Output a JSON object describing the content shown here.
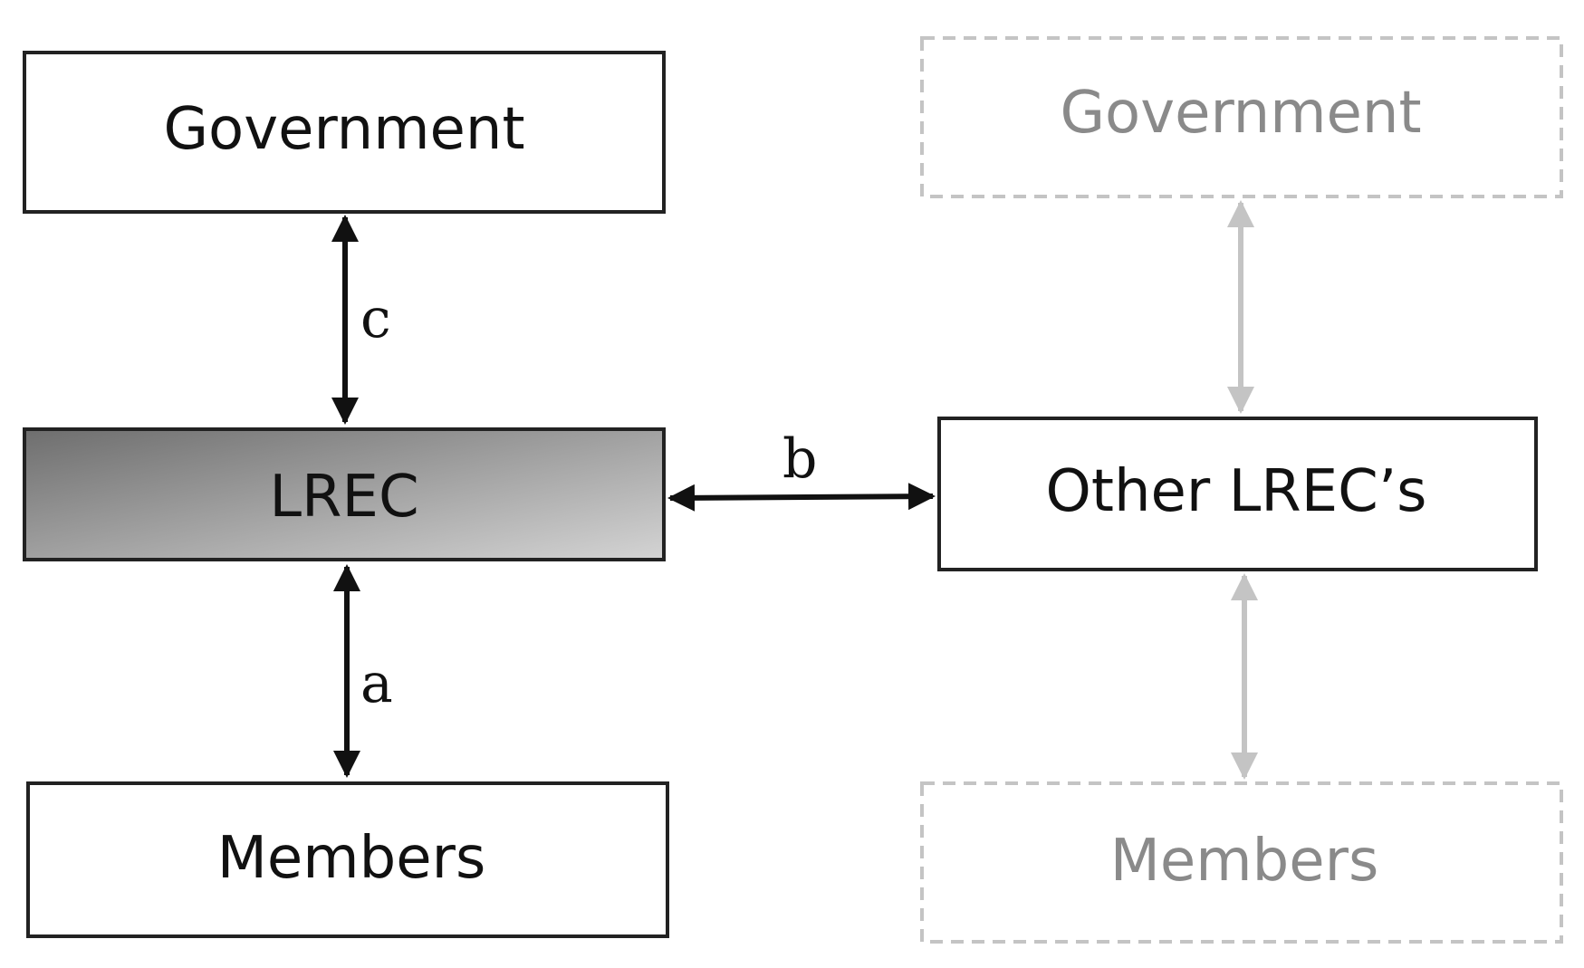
{
  "left": {
    "government": "Government",
    "lrec": "LREC",
    "members": "Members"
  },
  "right": {
    "government": "Government",
    "other_lrecs": "Other LREC’s",
    "members": "Members"
  },
  "edges": {
    "a": "a",
    "b": "b",
    "c": "c"
  },
  "colors": {
    "box_border": "#222222",
    "faded": "#bfbfbf",
    "faded_text": "#8a8a8a",
    "lrec_fill_dark": "#6f6f6f",
    "lrec_fill_light": "#d2d2d2"
  }
}
